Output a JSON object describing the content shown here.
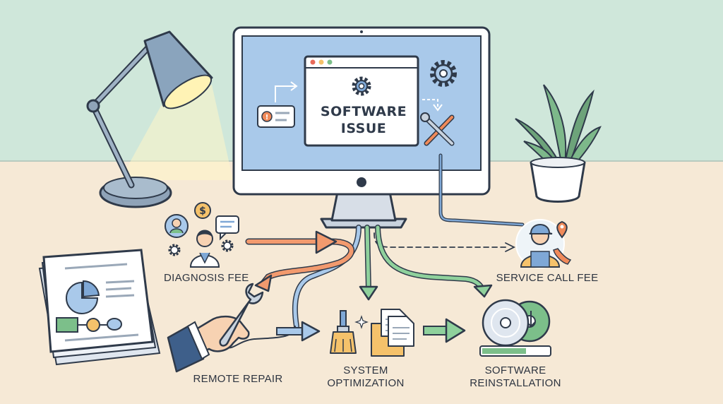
{
  "screen": {
    "title_line1": "SOFTWARE",
    "title_line2": "ISSUE"
  },
  "nodes": {
    "diagnosis_fee": "DIAGNOSIS FEE",
    "service_call_fee": "SERVICE CALL FEE",
    "remote_repair": "REMOTE REPAIR",
    "system_optimization_line1": "SYSTEM",
    "system_optimization_line2": "OPTIMIZATION",
    "software_reinstallation_line1": "SOFTWARE",
    "software_reinstallation_line2": "REINSTALLATION"
  },
  "icons": {
    "diagnosis_fee": [
      "user-icon",
      "dollar-icon",
      "chat-icon",
      "gear-icon",
      "technician-icon"
    ],
    "screen": [
      "warning-icon",
      "gear-icon",
      "tools-icon",
      "arrow-icon"
    ],
    "service_call_fee": [
      "technician-icon",
      "location-pin-icon",
      "phone-icon"
    ],
    "remote_repair": [
      "hand-wrench-icon"
    ],
    "system_optimization": [
      "brush-icon",
      "folder-icon",
      "document-icon",
      "sparkle-icon"
    ],
    "software_reinstallation": [
      "disc-icon",
      "progress-bar-icon"
    ]
  },
  "colors": {
    "wall": "#cfe7da",
    "desk": "#f6e9d6",
    "screen": "#a9c9ea",
    "arrow_orange": "#f08a5a",
    "arrow_blue": "#7fa8d6",
    "arrow_green": "#7cbf8a"
  },
  "flows": [
    {
      "from": "diagnosis_fee",
      "to": "monitor",
      "color": "orange"
    },
    {
      "from": "monitor",
      "to": "service_call_fee",
      "color": "dashed"
    },
    {
      "from": "monitor",
      "to": "remote_repair",
      "color": "orange"
    },
    {
      "from": "monitor",
      "to": "system_optimization",
      "color": "green"
    },
    {
      "from": "monitor",
      "to": "software_reinstallation",
      "color": "green"
    },
    {
      "from": "remote_repair",
      "to": "system_optimization",
      "color": "blue"
    },
    {
      "from": "system_optimization",
      "to": "software_reinstallation",
      "color": "green"
    }
  ]
}
